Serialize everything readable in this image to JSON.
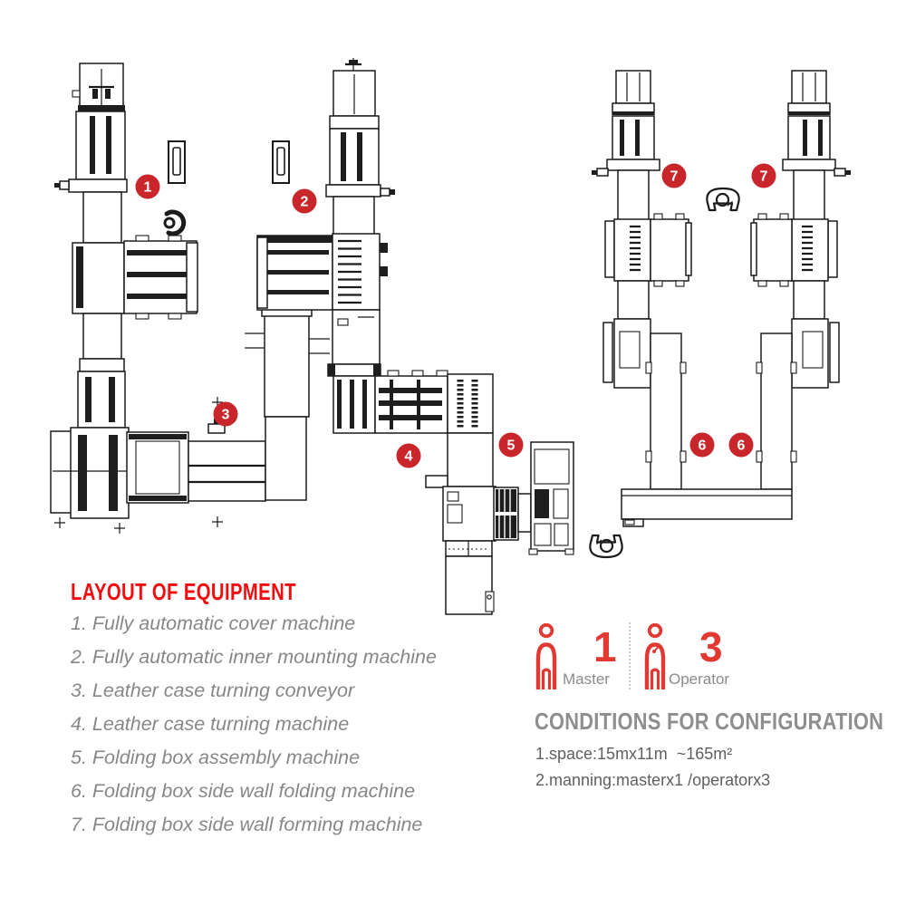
{
  "title": "LAYOUT OF EQUIPMENT",
  "equipment_list": {
    "items": [
      "1. Fully automatic cover machine",
      "2. Fully automatic inner mounting machine",
      "3. Leather case turning conveyor",
      "4. Leather case turning machine",
      "5. Folding box assembly machine",
      "6. Folding box side wall folding machine",
      "7. Folding box side wall forming machine"
    ]
  },
  "diagram": {
    "badges": [
      {
        "number": "1"
      },
      {
        "number": "2"
      },
      {
        "number": "3"
      },
      {
        "number": "4"
      },
      {
        "number": "5"
      },
      {
        "number": "6"
      },
      {
        "number": "6"
      },
      {
        "number": "7"
      },
      {
        "number": "7"
      }
    ]
  },
  "staffing": {
    "master_count": "1",
    "master_label": "Master",
    "operator_count": "3",
    "operator_label": "Operator"
  },
  "conditions": {
    "heading": "CONDITIONS FOR CONFIGURATION",
    "lines": [
      "1.space:15mx11m  ~165m²",
      "2.manning:masterx1 /operatorx3"
    ]
  },
  "colors": {
    "heading_red": "#f40b0d",
    "badge_red": "#c9262c",
    "person_red": "#e23a33",
    "list_gray": "#878787",
    "conditions_heading_gray": "#8e8e8e",
    "conditions_text_gray": "#5f5f5f",
    "drawing_black": "#1b1b1b"
  }
}
